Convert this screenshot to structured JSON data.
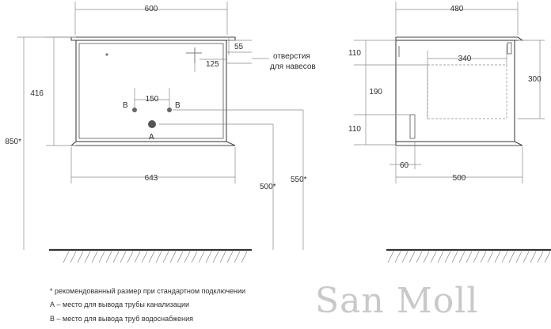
{
  "front_view": {
    "width_top": "600",
    "height_body": "416",
    "height_total": "850*",
    "depth_55": "55",
    "offset_125": "125",
    "spacing_150": "150",
    "width_bottom": "643",
    "floor_500": "500*",
    "floor_550": "550*",
    "label_b_left": "B",
    "label_b_right": "B",
    "label_a": "A",
    "callout": "отверстия\nдля навесов"
  },
  "side_view": {
    "depth_top": "480",
    "inner_340": "340",
    "h_110_top": "110",
    "h_190": "190",
    "h_110_bottom": "110",
    "h_300": "300",
    "w_60": "60",
    "depth_bottom": "500"
  },
  "notes": {
    "line1": "* рекомендованный размер при стандартном подключении",
    "line2": "А – место для вывода трубы канализации",
    "line3": "В – место для вывода труб водоснабжения"
  },
  "brand": "San Moll"
}
